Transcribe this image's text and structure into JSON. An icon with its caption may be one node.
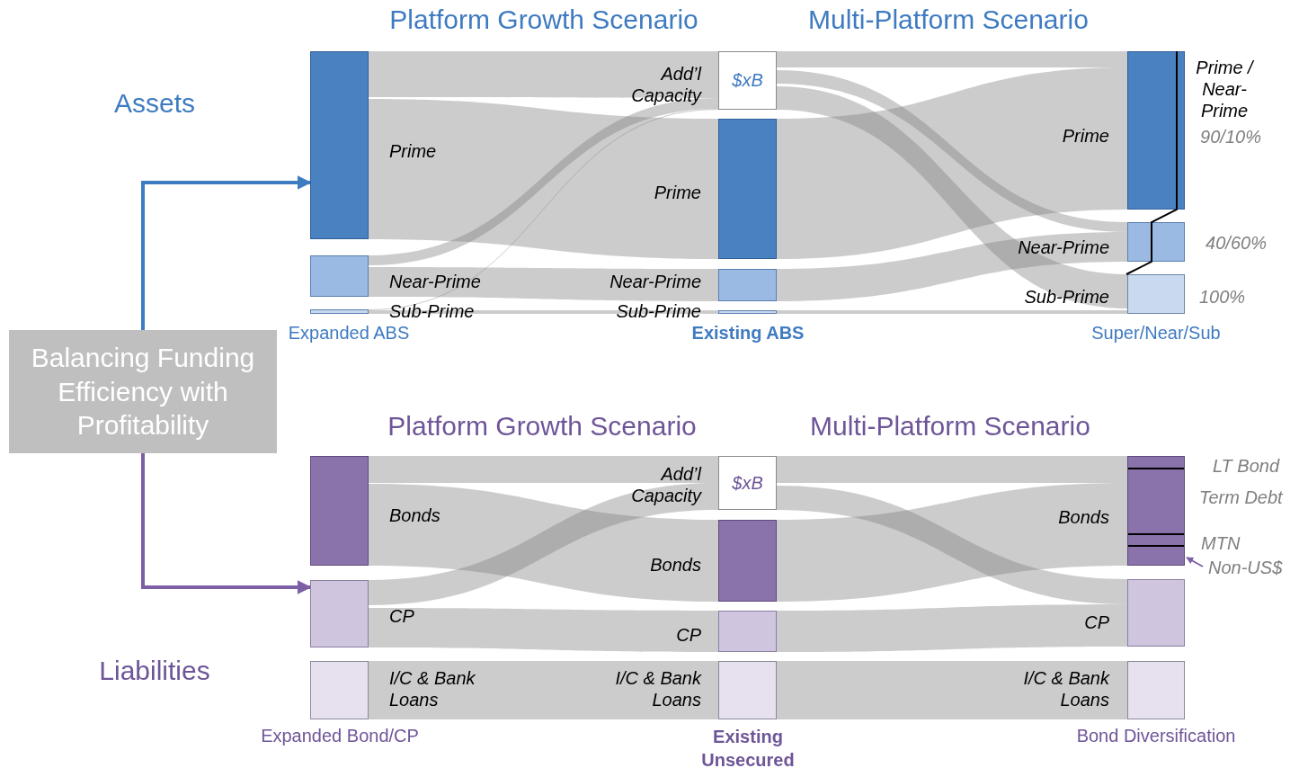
{
  "diagram": {
    "nodes": [
      {
        "text": [
          "Balancing Funding Efficiency with Profitability"
        ]
      },
      {
        "text": [],
        "shape": "bar",
        "beside": [
          "Prime"
        ]
      },
      {
        "text": [],
        "shape": "bar",
        "beside": [
          "Near-Prime"
        ]
      },
      {
        "text": [],
        "shape": "bar",
        "beside": [
          "Sub-Prime"
        ]
      },
      {
        "text": [
          "$xB"
        ],
        "beside": [
          "Add’l Capacity"
        ]
      },
      {
        "text": [],
        "shape": "bar",
        "beside": [
          "Prime"
        ]
      },
      {
        "text": [],
        "shape": "bar",
        "beside": [
          "Near-Prime"
        ]
      },
      {
        "text": [],
        "shape": "bar",
        "beside": [
          "Sub-Prime"
        ]
      },
      {
        "text": [],
        "shape": "bar",
        "beside": [
          "Prime",
          "90/10%"
        ]
      },
      {
        "text": [],
        "shape": "bar",
        "beside": [
          "Near-Prime",
          "40/60%"
        ]
      },
      {
        "text": [],
        "shape": "bar",
        "beside": [
          "Sub-Prime",
          "100%"
        ]
      },
      {
        "text": [],
        "shape": "bar",
        "beside": [
          "Bonds"
        ]
      },
      {
        "text": [],
        "shape": "bar",
        "beside": [
          "CP"
        ]
      },
      {
        "text": [],
        "shape": "bar",
        "beside": [
          "I/C & Bank Loans"
        ]
      },
      {
        "text": [
          "$xB"
        ],
        "beside": [
          "Add’l Capacity"
        ]
      },
      {
        "text": [],
        "shape": "bar",
        "beside": [
          "Bonds"
        ]
      },
      {
        "text": [],
        "shape": "bar",
        "beside": [
          "CP"
        ]
      },
      {
        "text": [],
        "shape": "bar",
        "beside": [
          "I/C & Bank Loans"
        ]
      },
      {
        "text": [],
        "shape": "bar",
        "beside": [
          "Bonds"
        ]
      },
      {
        "text": [],
        "shape": "bar",
        "beside": [
          "CP"
        ]
      },
      {
        "text": [],
        "shape": "bar",
        "beside": [
          "I/C & Bank Loans"
        ]
      },
      {
        "text": [
          "Non-US$"
        ]
      }
    ],
    "edges": [
      {
        "from": 0,
        "to": 1,
        "arrow": "to",
        "color": "#3f7bc1"
      },
      {
        "from": 0,
        "to": 12,
        "arrow": "to",
        "color": "#7d5fa5"
      },
      {
        "from": 1,
        "to": 4,
        "arrow": "none"
      },
      {
        "from": 1,
        "to": 5,
        "arrow": "none"
      },
      {
        "from": 2,
        "to": 4,
        "arrow": "none"
      },
      {
        "from": 3,
        "to": 4,
        "arrow": "none"
      },
      {
        "from": 2,
        "to": 6,
        "arrow": "none"
      },
      {
        "from": 3,
        "to": 7,
        "arrow": "none"
      },
      {
        "from": 4,
        "to": 8,
        "arrow": "none"
      },
      {
        "from": 4,
        "to": 9,
        "arrow": "none"
      },
      {
        "from": 4,
        "to": 10,
        "arrow": "none"
      },
      {
        "from": 5,
        "to": 8,
        "arrow": "none"
      },
      {
        "from": 6,
        "to": 9,
        "arrow": "none"
      },
      {
        "from": 7,
        "to": 10,
        "arrow": "none"
      },
      {
        "from": 11,
        "to": 14,
        "arrow": "none"
      },
      {
        "from": 11,
        "to": 15,
        "arrow": "none"
      },
      {
        "from": 12,
        "to": 14,
        "arrow": "none"
      },
      {
        "from": 12,
        "to": 16,
        "arrow": "none"
      },
      {
        "from": 13,
        "to": 17,
        "arrow": "none"
      },
      {
        "from": 14,
        "to": 18,
        "arrow": "none"
      },
      {
        "from": 14,
        "to": 19,
        "arrow": "none"
      },
      {
        "from": 15,
        "to": 18,
        "arrow": "none"
      },
      {
        "from": 16,
        "to": 19,
        "arrow": "none"
      },
      {
        "from": 17,
        "to": 20,
        "arrow": "none"
      },
      {
        "from": 21,
        "to": 18,
        "arrow": "to",
        "color": "#7d5fa5"
      }
    ],
    "labels": [
      "Platform Growth Scenario",
      "Multi-Platform Scenario",
      "Assets",
      "Prime / Near-Prime",
      "Expanded ABS",
      "Existing ABS",
      "Super/Near/Sub",
      "Platform Growth Scenario",
      "Multi-Platform Scenario",
      "LT Bond",
      "Term Debt",
      "MTN",
      "Liabilities",
      "Expanded Bond/CP",
      "Existing Unsecured",
      "Bond Diversification"
    ]
  }
}
